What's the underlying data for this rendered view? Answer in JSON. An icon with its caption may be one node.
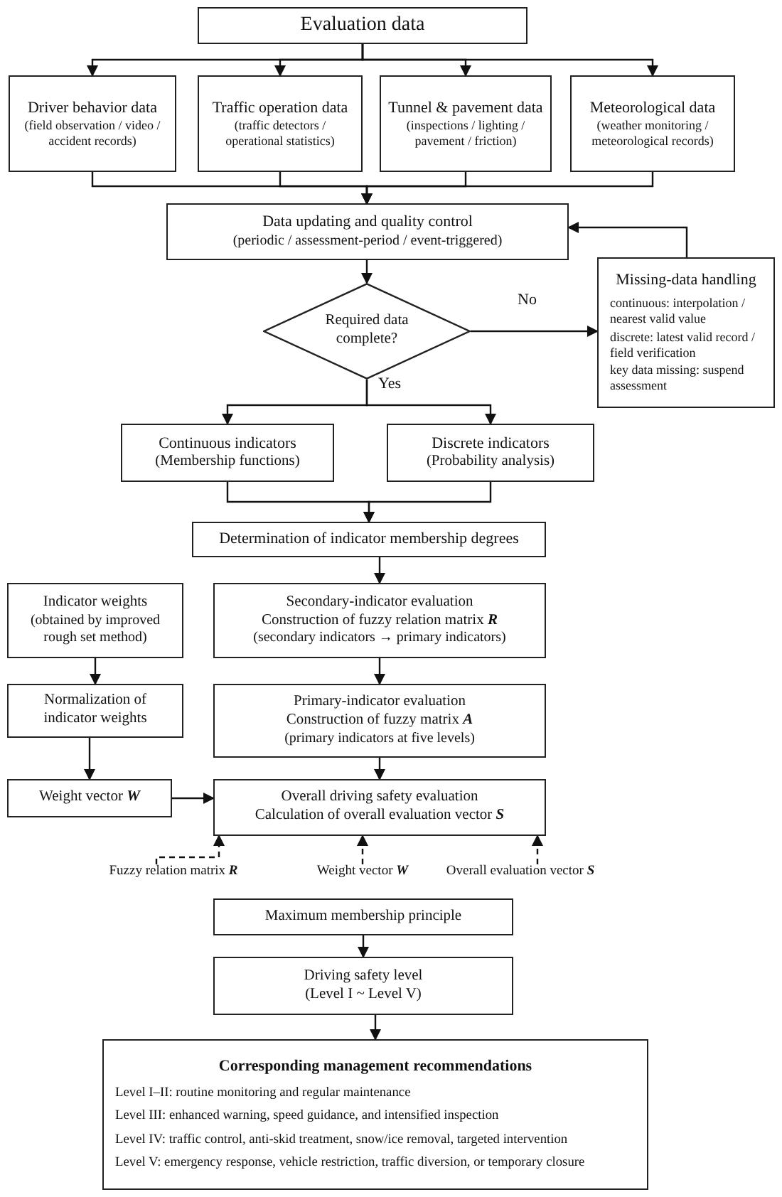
{
  "diagram": {
    "nodes": [
      {
        "text": [
          "Evaluation data"
        ]
      },
      {
        "text": [
          "Driver behavior data",
          "(field observation / video / accident records)"
        ]
      },
      {
        "text": [
          "Traffic operation data",
          "(traffic detectors / operational statistics)"
        ]
      },
      {
        "text": [
          "Tunnel & pavement data",
          "(inspections / lighting / pavement / friction)"
        ]
      },
      {
        "text": [
          "Meteorological data",
          "(weather monitoring / meteorological records)"
        ]
      },
      {
        "text": [
          "Data updating and quality control",
          "(periodic / assessment-period / event-triggered)"
        ]
      },
      {
        "text": [
          "Required data complete?"
        ]
      },
      {
        "text": [
          "Missing-data handling",
          "continuous: interpolation / nearest valid value",
          "discrete: latest valid record / field verification",
          "key data missing: suspend assessment"
        ]
      },
      {
        "text": [
          "Continuous indicators",
          "(Membership functions)"
        ]
      },
      {
        "text": [
          "Discrete indicators",
          "(Probability analysis)"
        ]
      },
      {
        "text": [
          "Determination of indicator membership degrees"
        ]
      },
      {
        "text": [
          "Indicator weights",
          "(obtained by improved rough set method)"
        ]
      },
      {
        "text": [
          "Secondary-indicator evaluation",
          "Construction of fuzzy relation matrix **R**",
          "(secondary indicators → primary indicators)"
        ]
      },
      {
        "text": [
          "Normalization of indicator weights"
        ]
      },
      {
        "text": [
          "Primary-indicator evaluation",
          "Construction of fuzzy matrix **A**",
          "(primary indicators at five levels)"
        ]
      },
      {
        "text": [
          "Weight vector **W**"
        ]
      },
      {
        "text": [
          "Overall driving safety evaluation",
          "Calculation of overall evaluation vector **S**"
        ]
      },
      {
        "text": [
          "Fuzzy relation matrix **R**"
        ]
      },
      {
        "text": [
          "Weight vector **W**"
        ]
      },
      {
        "text": [
          "Overall evaluation vector **S**"
        ]
      },
      {
        "text": [
          "Maximum membership principle"
        ]
      },
      {
        "text": [
          "Driving safety level",
          "(Level I ~ Level V)"
        ]
      },
      {
        "text": [
          "Corresponding management recommendations",
          "Level I–II: routine monitoring and regular maintenance",
          "Level III: enhanced warning, speed guidance, and intensified inspection",
          "Level IV: traffic control, anti-skid treatment, snow/ice removal, targeted intervention",
          "Level V: emergency response, vehicle restriction, traffic diversion, or temporary closure"
        ]
      }
    ],
    "edges": [
      {
        "from": 0,
        "to": 1,
        "arrow": "to"
      },
      {
        "from": 0,
        "to": 2,
        "arrow": "to"
      },
      {
        "from": 0,
        "to": 3,
        "arrow": "to"
      },
      {
        "from": 0,
        "to": 4,
        "arrow": "to"
      },
      {
        "from": 1,
        "to": 5,
        "arrow": "to"
      },
      {
        "from": 2,
        "to": 5,
        "arrow": "to"
      },
      {
        "from": 3,
        "to": 5,
        "arrow": "to"
      },
      {
        "from": 4,
        "to": 5,
        "arrow": "to"
      },
      {
        "from": 7,
        "to": 5,
        "arrow": "to"
      },
      {
        "from": 5,
        "to": 6,
        "arrow": "to"
      },
      {
        "from": 6,
        "to": 7,
        "arrow": "to",
        "label": "No"
      },
      {
        "from": 6,
        "to": 8,
        "arrow": "to",
        "label": "Yes"
      },
      {
        "from": 6,
        "to": 9,
        "arrow": "to"
      },
      {
        "from": 8,
        "to": 10,
        "arrow": "to"
      },
      {
        "from": 9,
        "to": 10,
        "arrow": "to"
      },
      {
        "from": 10,
        "to": 12,
        "arrow": "to"
      },
      {
        "from": 12,
        "to": 14,
        "arrow": "to"
      },
      {
        "from": 14,
        "to": 16,
        "arrow": "to"
      },
      {
        "from": 11,
        "to": 13,
        "arrow": "to"
      },
      {
        "from": 13,
        "to": 15,
        "arrow": "to"
      },
      {
        "from": 15,
        "to": 16,
        "arrow": "to"
      },
      {
        "from": 17,
        "to": 16,
        "arrow": "to",
        "style": "dashed"
      },
      {
        "from": 18,
        "to": 16,
        "arrow": "to",
        "style": "dashed"
      },
      {
        "from": 19,
        "to": 16,
        "arrow": "to",
        "style": "dashed"
      },
      {
        "from": 20,
        "to": 21,
        "arrow": "to"
      },
      {
        "from": 21,
        "to": 22,
        "arrow": "to"
      }
    ]
  }
}
